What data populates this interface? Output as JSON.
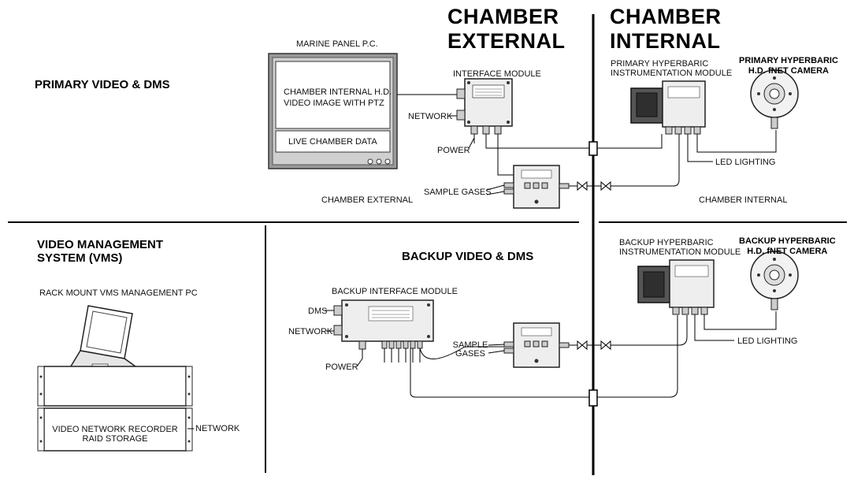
{
  "sections": {
    "primary_title": "PRIMARY VIDEO & DMS",
    "vms_title": "VIDEO MANAGEMENT\nSYSTEM (VMS)",
    "backup_title": "BACKUP VIDEO & DMS",
    "chamber_external_title": "CHAMBER\nEXTERNAL",
    "chamber_internal_title": "CHAMBER\nINTERNAL"
  },
  "primary": {
    "marine_panel_label": "MARINE PANEL P.C.",
    "screen_text": "CHAMBER INTERNAL H.D.\nVIDEO IMAGE WITH PTZ",
    "screen_data_text": "LIVE CHAMBER DATA",
    "interface_module_label": "INTERFACE MODULE",
    "network_label": "NETWORK",
    "power_label": "POWER",
    "sample_gases_label": "SAMPLE GASES",
    "chamber_external_label": "CHAMBER EXTERNAL",
    "chamber_internal_label": "CHAMBER INTERNAL",
    "hyperbaric_module_label": "PRIMARY HYPERBARIC\nINSTRUMENTATION MODULE",
    "camera_label": "PRIMARY HYPERBARIC\nH.D. fNET CAMERA",
    "led_label": "LED LIGHTING"
  },
  "vms": {
    "rack_pc_label": "RACK MOUNT VMS MANAGEMENT PC",
    "recorder_label": "VIDEO NETWORK RECORDER\nRAID STORAGE",
    "network_label": "NETWORK"
  },
  "backup": {
    "interface_module_label": "BACKUP INTERFACE MODULE",
    "dms_label": "DMS",
    "network_label": "NETWORK",
    "power_label": "POWER",
    "sample_gases_label": "SAMPLE\nGASES",
    "hyperbaric_module_label": "BACKUP HYPERBARIC\nINSTRUMENTATION MODULE",
    "camera_label": "BACKUP HYPERBARIC\nH.D. fNET CAMERA",
    "led_label": "LED LIGHTING"
  },
  "colors": {
    "line": "#000000",
    "box_fill": "#f4f4f4",
    "monitor_bezel": "#9a9a9a",
    "module_dark": "#3a3a3a",
    "module_light": "#e8e8e8"
  }
}
